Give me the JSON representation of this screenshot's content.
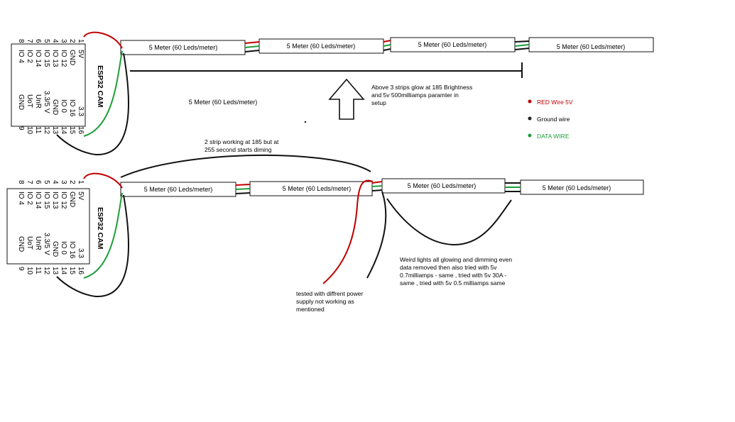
{
  "strips": {
    "label": "5 Meter (60 Leds/meter)"
  },
  "row1": {
    "strips": [
      "5 Meter (60 Leds/meter)",
      "5 Meter (60 Leds/meter)",
      "5 Meter (60 Leds/meter)",
      "5 Meter (60 Leds/meter)"
    ],
    "stray_label": "5 Meter (60 Leds/meter)",
    "note": [
      "Above 3 strips glow at 185 Brightness",
      "and 5v 500milliamps paramter in",
      "setup"
    ]
  },
  "row2": {
    "strips": [
      "5 Meter (60 Leds/meter)",
      "5 Meter (60 Leds/meter)",
      "5 Meter (60 Leds/meter)",
      "5 Meter (60 Leds/meter)"
    ],
    "note_top": [
      "2 strip working at 185 but at",
      "255 second starts diming"
    ],
    "note_supply": [
      "tested with diffrent power",
      "supply not working  as",
      "mentioned"
    ],
    "note_weird": [
      "Weird lights all glowing and dimming even",
      "data removed then also tried with 5v",
      "0.7milliamps - same , tried with 5v 30A -",
      "same , tried with 5v 0.5 milliamps same"
    ]
  },
  "legend": {
    "red": "RED Wire 5V",
    "black": "Ground wire",
    "green": "DATA WIRE"
  },
  "esp32": {
    "title": "ESP32 CAM",
    "left_pins": [
      "5V",
      "GND",
      "IO 12",
      "IO 13",
      "IO 15",
      "IO 14",
      "IO 2",
      "IO 4"
    ],
    "left_nums": [
      "1",
      "2",
      "3",
      "4",
      "5",
      "6",
      "7",
      "8"
    ],
    "right_pins": [
      "3.3",
      "IO 16",
      "IO 0",
      "GND",
      "3.3/5 V",
      "UnR",
      "UoT",
      "GND"
    ],
    "right_nums": [
      "16",
      "15",
      "14",
      "13",
      "12",
      "11",
      "10",
      "9"
    ]
  },
  "colors": {
    "red": "#c00000",
    "green": "#1e9e3a",
    "black": "#111111"
  }
}
